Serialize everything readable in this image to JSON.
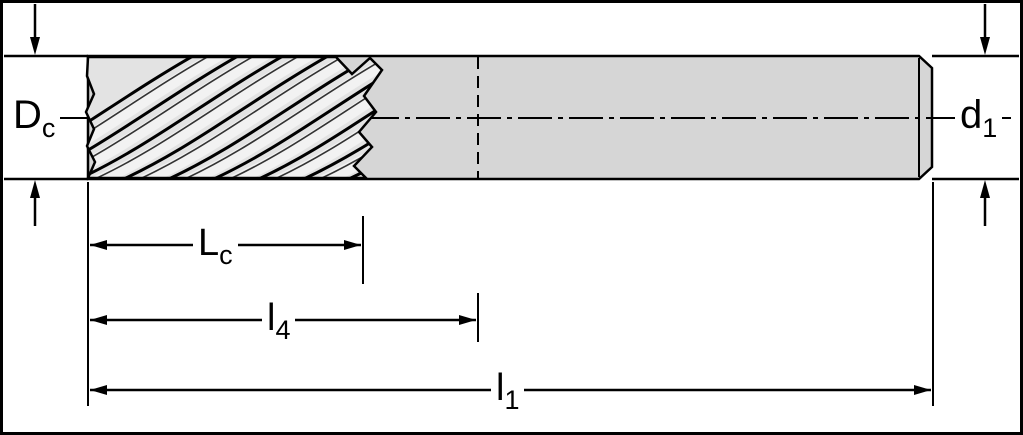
{
  "drawing": {
    "title": "end-mill-dimension-drawing",
    "labels": {
      "dc": {
        "main": "D",
        "sub": "c"
      },
      "d1": {
        "main": "d",
        "sub": "1"
      },
      "lc": {
        "main": "L",
        "sub": "c"
      },
      "l4": {
        "main": "l",
        "sub": "4"
      },
      "l1": {
        "main": "l",
        "sub": "1"
      }
    },
    "colors": {
      "background": "#ffffff",
      "line": "#000000",
      "border": "#000000",
      "shank_fill": "#d6d6d6",
      "flute_fill": "#e3e3e3"
    }
  }
}
